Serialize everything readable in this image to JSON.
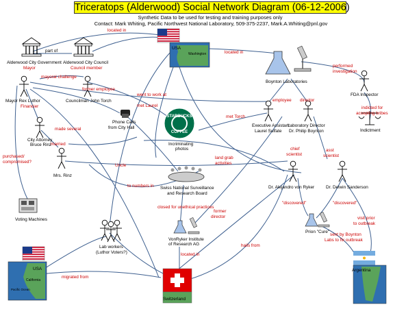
{
  "header": {
    "title": "Triceratops (Alderwood) Social Network Diagram (06-12-2006)",
    "subtitle": "Synthetic Data to be used for testing and training purposes only",
    "contact": "Contact: Mark Whiting, Pacific Northwest National Laboratory, 509-375-2237, Mark.A.Whiting@pnl.gov"
  },
  "nodes": {
    "alderwood_gov": "Alderwood City Government",
    "alderwood_council": "Alderwood City Council",
    "mayor_role": "Mayor",
    "council_role": "Council member",
    "mayor": "Mayor Rex Luthor",
    "financier_role": "Financier",
    "torch": "Councilman John Torch",
    "attorney_l1": "City Attorney",
    "attorney_l2": "Bruce Rinz",
    "mrs_rinz": "Mrs. Rinz",
    "phone_l1": "Phone Calls",
    "phone_l2": "from City Hall",
    "photos_l1": "Incriminating",
    "photos_l2": "photos",
    "boynton_labs": "Boynton Laboratories",
    "fda": "FDA Inspector",
    "indictment": "Indictment",
    "assistant_l1": "Executive Assistant",
    "assistant_l2": "Laurel Sulfate",
    "director_l1": "Laboratory Director",
    "director_l2": "Dr. Philip Boynton",
    "vonryker": "Dr. Alejandro von Ryker",
    "sanderson": "Dr. Delwin Sanderson",
    "prion": "Prion \"Cure\"",
    "swiss_board_l1": "Swiss National Surveillance",
    "swiss_board_l2": "and Research Board",
    "vonryker_inst_l1": "VonRyker Institute",
    "vonryker_inst_l2": "of Research AG",
    "voting": "Voting Machines",
    "lab_workers_l1": "Lab workers",
    "lab_workers_l2": "(Luthor Voters?)",
    "switzerland": "Switzerland",
    "argentina": "Argentina",
    "usa": "USA",
    "washington": "Washington",
    "california": "California",
    "pacific_ocean": "Pacific Ocean",
    "starbucks_l1": "STARBUCKS",
    "starbucks_l2": "COFFEE"
  },
  "relations": {
    "part_of": "part of",
    "located_in": "located in",
    "mayoral_challenge": "mayoral challenge",
    "former_employee": "former employee",
    "met_laurel": "met Laurel",
    "went_to_work_at": "went to work at",
    "made_several": "made several",
    "married": "married",
    "purchased_l1": "purchased/",
    "purchased_l2": "compromised?",
    "uncle": "Uncle",
    "to_numbers_in": "to numbers in",
    "land_grab_l1": "land grab",
    "land_grab_l2": "activities",
    "met_torch": "met Torch",
    "employee": "employee",
    "director": "director",
    "performed_l1": "performed",
    "performed_l2": "investigation",
    "indicted_l1": "indicted for",
    "indicted_l2": "accepting bribes",
    "chief_l1": "chief",
    "chief_l2": "scientist",
    "asst_l1": "asst",
    "asst_l2": "scientist",
    "discovered": "\"discovered\"",
    "visit_l1": "visit prior",
    "visit_l2": "to outbreak",
    "closed_for": "closed for unethical practices",
    "former_director_l1": "former",
    "former_director_l2": "director",
    "sent_l1": "sent by Boynton",
    "sent_l2": "Labs to fix outbreak",
    "hails_from": "hails from",
    "migrated_from": "migrated from"
  },
  "colors": {
    "edge": "#3d5f8f",
    "relation_text": "#cc0000",
    "title_bg": "#ffff00",
    "flag_red": "#c8102e",
    "flag_blue": "#1a3a8a",
    "starbucks_green": "#00704a",
    "argentina_blue": "#74acdf",
    "map_land": "#5aa35a",
    "map_sea": "#2f6fb0"
  }
}
